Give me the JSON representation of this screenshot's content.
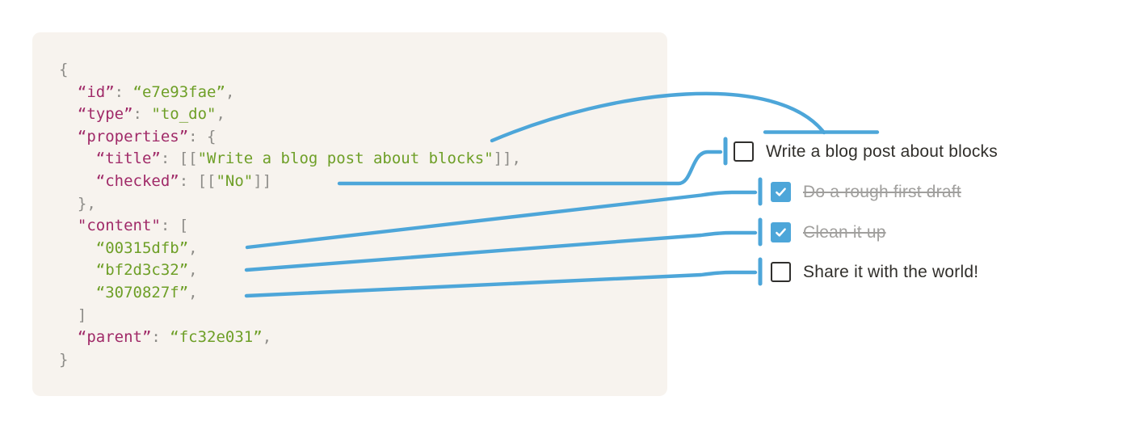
{
  "colors": {
    "accent_blue": "#4DA6D9",
    "code_background": "#F7F3EE",
    "code_key": "#A02A68",
    "code_value": "#6E9F27",
    "code_punctuation": "#8D8C88",
    "text_dark": "#312F2B",
    "text_muted": "#A09F9D",
    "checkbox_border": "#302F2D"
  },
  "code": {
    "lines": [
      {
        "segments": [
          {
            "t": "pun",
            "s": "{"
          }
        ]
      },
      {
        "segments": [
          {
            "t": "pun",
            "s": "  "
          },
          {
            "t": "key",
            "s": "“id”"
          },
          {
            "t": "pun",
            "s": ": "
          },
          {
            "t": "val",
            "s": "“e7e93fae”"
          },
          {
            "t": "pun",
            "s": ","
          }
        ]
      },
      {
        "segments": [
          {
            "t": "pun",
            "s": "  "
          },
          {
            "t": "key",
            "s": "“type”"
          },
          {
            "t": "pun",
            "s": ": "
          },
          {
            "t": "val",
            "s": "\"to_do\""
          },
          {
            "t": "pun",
            "s": ","
          }
        ]
      },
      {
        "segments": [
          {
            "t": "pun",
            "s": "  "
          },
          {
            "t": "key",
            "s": "“properties”"
          },
          {
            "t": "pun",
            "s": ": {"
          }
        ]
      },
      {
        "segments": [
          {
            "t": "pun",
            "s": "    "
          },
          {
            "t": "key",
            "s": "“title”"
          },
          {
            "t": "pun",
            "s": ": [["
          },
          {
            "t": "val",
            "s": "\"Write a blog post about blocks\""
          },
          {
            "t": "pun",
            "s": "]],"
          }
        ]
      },
      {
        "segments": [
          {
            "t": "pun",
            "s": "    "
          },
          {
            "t": "key",
            "s": "“checked”"
          },
          {
            "t": "pun",
            "s": ": [["
          },
          {
            "t": "val",
            "s": "\"No\""
          },
          {
            "t": "pun",
            "s": "]]"
          }
        ]
      },
      {
        "segments": [
          {
            "t": "pun",
            "s": "  },"
          }
        ]
      },
      {
        "segments": [
          {
            "t": "pun",
            "s": "  "
          },
          {
            "t": "key",
            "s": "\"content\""
          },
          {
            "t": "pun",
            "s": ": ["
          }
        ]
      },
      {
        "segments": [
          {
            "t": "pun",
            "s": "    "
          },
          {
            "t": "val",
            "s": "“00315dfb”"
          },
          {
            "t": "pun",
            "s": ","
          }
        ]
      },
      {
        "segments": [
          {
            "t": "pun",
            "s": "    "
          },
          {
            "t": "val",
            "s": "“bf2d3c32”"
          },
          {
            "t": "pun",
            "s": ","
          }
        ]
      },
      {
        "segments": [
          {
            "t": "pun",
            "s": "    "
          },
          {
            "t": "val",
            "s": "“3070827f”"
          },
          {
            "t": "pun",
            "s": ","
          }
        ]
      },
      {
        "segments": [
          {
            "t": "pun",
            "s": "  ]"
          }
        ]
      },
      {
        "segments": [
          {
            "t": "pun",
            "s": "  "
          },
          {
            "t": "key",
            "s": "“parent”"
          },
          {
            "t": "pun",
            "s": ": "
          },
          {
            "t": "val",
            "s": "“fc32e031”"
          },
          {
            "t": "pun",
            "s": ","
          }
        ]
      },
      {
        "segments": [
          {
            "t": "pun",
            "s": "}"
          }
        ]
      }
    ]
  },
  "todo": {
    "items": [
      {
        "label": "Write a blog post about blocks",
        "checked": false,
        "completed": false
      },
      {
        "label": "Do a rough first draft",
        "checked": true,
        "completed": true
      },
      {
        "label": "Clean it up",
        "checked": true,
        "completed": true
      },
      {
        "label": "Share it with the world!",
        "checked": false,
        "completed": false
      }
    ]
  },
  "connectors": [
    {
      "from": "title value",
      "to": "first todo text"
    },
    {
      "from": "checked value",
      "to": "first todo checkbox"
    },
    {
      "from": "content id 00315dfb",
      "to": "second todo"
    },
    {
      "from": "content id bf2d3c32",
      "to": "third todo"
    },
    {
      "from": "content id 3070827f",
      "to": "fourth todo"
    }
  ]
}
